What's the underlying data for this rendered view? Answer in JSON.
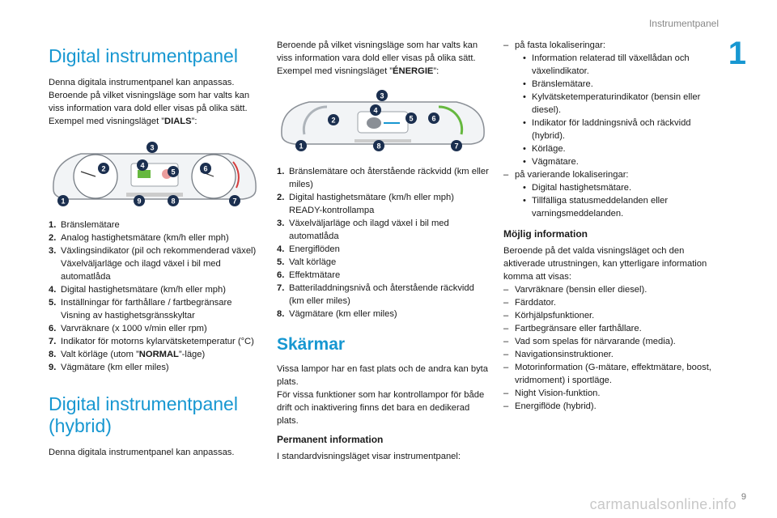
{
  "header": {
    "title": "Instrumentpanel",
    "chapter": "1",
    "page": "9"
  },
  "watermark": "carmanualsonline.info",
  "col1": {
    "title1": "Digital instrumentpanel",
    "intro": "Denna digitala instrumentpanel kan anpassas. Beroende på vilket visningsläge som har valts kan viss information vara dold eller visas på olika sätt.",
    "example_prefix": "Exempel med visningsläget ”",
    "example_mode": "DIALS",
    "example_suffix": "”:",
    "items": [
      {
        "n": "1.",
        "text": "Bränslemätare"
      },
      {
        "n": "2.",
        "text": "Analog hastighetsmätare (km/h eller mph)"
      },
      {
        "n": "3.",
        "text": "Växlingsindikator (pil och rekommenderad växel)",
        "extra": "Växelväljarläge och ilagd växel i bil med automatlåda"
      },
      {
        "n": "4.",
        "text": "Digital hastighetsmätare (km/h eller mph)"
      },
      {
        "n": "5.",
        "text": "Inställningar för farthållare / fartbegränsare",
        "extra": "Visning av hastighetsgränsskyltar"
      },
      {
        "n": "6.",
        "text": "Varvräknare (x 1000 v/min eller rpm)"
      },
      {
        "n": "7.",
        "text": "Indikator för motorns kylarvätsketemperatur (°C)"
      },
      {
        "n": "8.",
        "text_pre": "Valt körläge (utom ”",
        "text_bold": "NORMAL",
        "text_post": "”-läge)"
      },
      {
        "n": "9.",
        "text": "Vägmätare (km eller miles)"
      }
    ],
    "title2": "Digital instrumentpanel (hybrid)",
    "intro2": "Denna digitala instrumentpanel kan anpassas."
  },
  "col2": {
    "intro": "Beroende på vilket visningsläge som har valts kan viss information vara dold eller visas på olika sätt.",
    "example_prefix": "Exempel med visningsläget ”",
    "example_mode": "ÉNERGIE",
    "example_suffix": "”:",
    "items": [
      {
        "n": "1.",
        "text": "Bränslemätare och återstående räckvidd (km eller miles)"
      },
      {
        "n": "2.",
        "text": "Digital hastighetsmätare (km/h eller mph)",
        "extra": "READY-kontrollampa"
      },
      {
        "n": "3.",
        "text": "Växelväljarläge och ilagd växel i bil med automatlåda"
      },
      {
        "n": "4.",
        "text": "Energiflöden"
      },
      {
        "n": "5.",
        "text": "Valt körläge"
      },
      {
        "n": "6.",
        "text": "Effektmätare"
      },
      {
        "n": "7.",
        "text": "Batteriladdningsnivå och återstående räckvidd (km eller miles)"
      },
      {
        "n": "8.",
        "text": "Vägmätare (km eller miles)"
      }
    ],
    "title": "Skärmar",
    "p1": "Vissa lampor har en fast plats och de andra kan byta plats.",
    "p2": "För vissa funktioner som har kontrollampor för både drift och inaktivering finns det bara en dedikerad plats.",
    "subtitle": "Permanent information",
    "p3": "I standardvisningsläget visar instrumentpanel:"
  },
  "col3": {
    "fixed_label": "på fasta lokaliseringar:",
    "fixed_items": [
      "Information relaterad till växellådan och växelindikator.",
      "Bränslemätare.",
      "Kylvätsketemperaturindikator (bensin eller diesel).",
      "Indikator för laddningsnivå och räckvidd (hybrid).",
      "Körläge.",
      "Vägmätare."
    ],
    "var_label": "på varierande lokaliseringar:",
    "var_items": [
      "Digital hastighetsmätare.",
      "Tillfälliga statusmeddelanden eller varningsmeddelanden."
    ],
    "subtitle": "Möjlig information",
    "p1": "Beroende på det valda visningsläget och den aktiverade utrustningen, kan ytterligare information komma att visas:",
    "options": [
      "Varvräknare (bensin eller diesel).",
      "Färddator.",
      "Körhjälpsfunktioner.",
      "Fartbegränsare eller farthållare.",
      "Vad som spelas för närvarande (media).",
      "Navigationsinstruktioner.",
      "Motorinformation (G-mätare, effektmätare, boost, vridmoment) i sportläge.",
      "Night Vision-funktion.",
      "Energiflöde (hybrid)."
    ]
  },
  "colors": {
    "accent": "#1797d1",
    "badge": "#1b2f4f"
  },
  "diagram1_badges": [
    "1",
    "2",
    "3",
    "4",
    "5",
    "6",
    "7",
    "8",
    "9"
  ],
  "diagram2_badges": [
    "1",
    "2",
    "3",
    "4",
    "5",
    "6",
    "7",
    "8"
  ]
}
